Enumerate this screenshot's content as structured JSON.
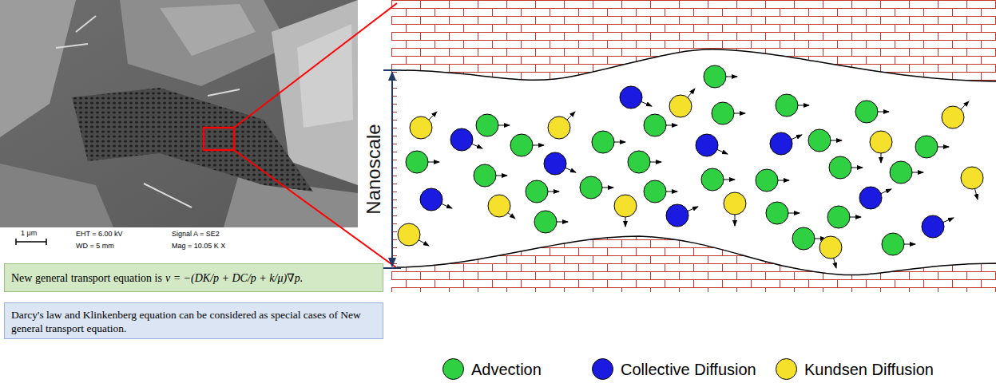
{
  "diagram": {
    "nodes": [
      {
        "text": [
          "New general transport equation is",
          "v = −(DK/p + DC/p + k/μ)∇p."
        ]
      },
      {
        "text": [
          "Darcy's law and Klinkenberg equation can be considered as special cases of New general transport equation."
        ]
      }
    ],
    "labels": [
      "1 μm",
      "EHT = 6.00 kV",
      "WD = 5 mm",
      "Signal A = SE2",
      "Mag = 10.05 K X",
      "Nanoscale"
    ],
    "legend": [
      {
        "text": "Advection",
        "color": "#2fd143"
      },
      {
        "text": "Collective Diffusion",
        "color": "#1a1ae0"
      },
      {
        "text": "Kundsen Diffusion",
        "color": "#f5e12c"
      }
    ]
  }
}
